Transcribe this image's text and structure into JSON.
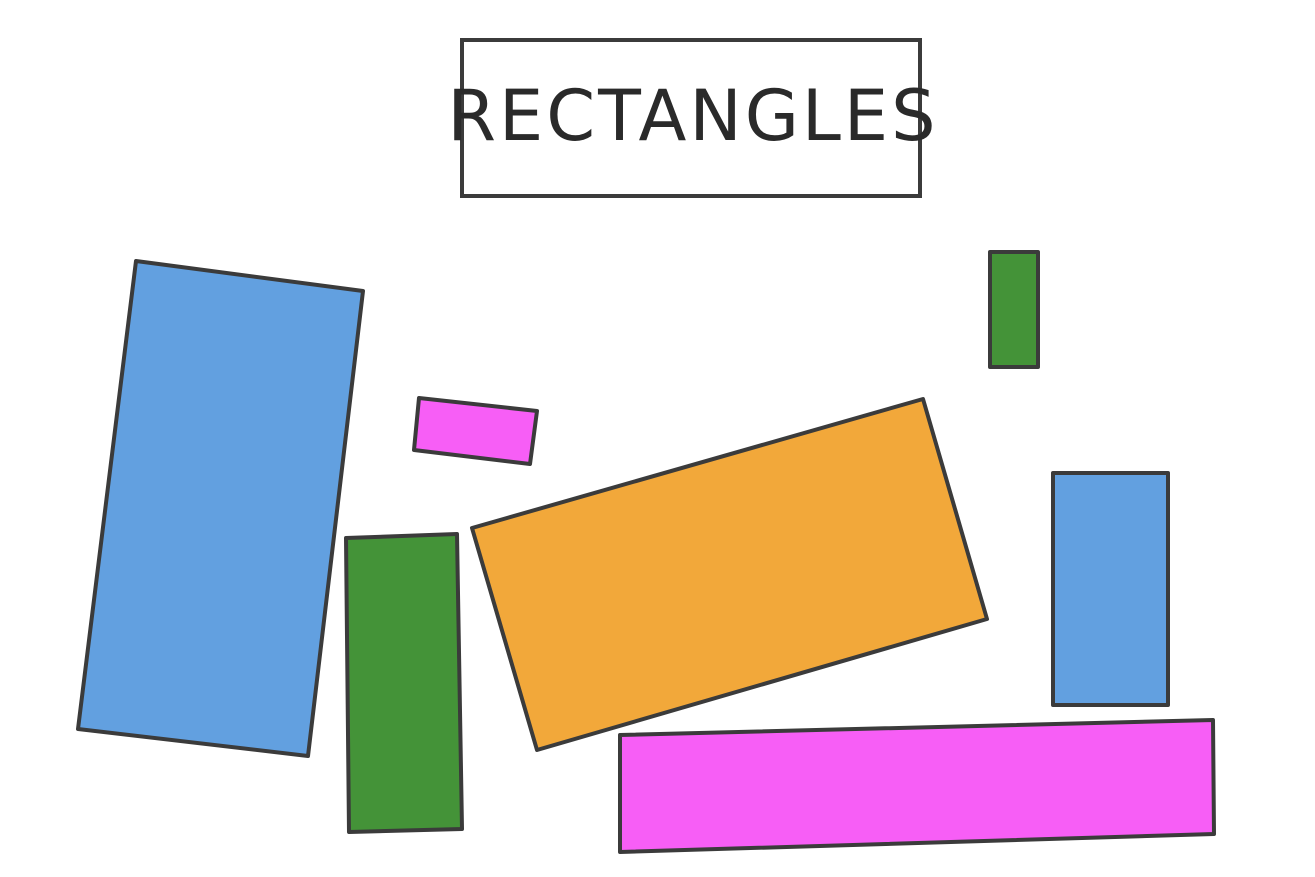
{
  "title": {
    "text": "RECTANGLES"
  },
  "colors": {
    "blue": "#62a0e0",
    "green": "#449338",
    "magenta": "#f75ef6",
    "orange": "#f2a83a",
    "outline": "#3b3b3b"
  },
  "shapes": [
    {
      "id": "large-blue-rectangle",
      "color": "blue"
    },
    {
      "id": "small-magenta-rectangle",
      "color": "magenta"
    },
    {
      "id": "tall-green-rectangle",
      "color": "green"
    },
    {
      "id": "orange-rectangle",
      "color": "orange"
    },
    {
      "id": "small-green-rectangle",
      "color": "green"
    },
    {
      "id": "right-blue-rectangle",
      "color": "blue"
    },
    {
      "id": "wide-magenta-rectangle",
      "color": "magenta"
    }
  ]
}
